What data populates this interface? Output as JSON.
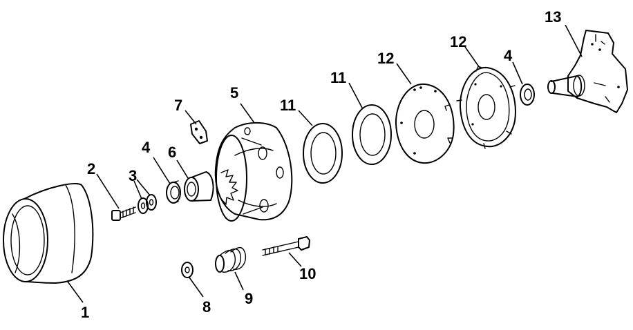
{
  "callouts": [
    {
      "id": "drum",
      "label": "1"
    },
    {
      "id": "bolt",
      "label": "2"
    },
    {
      "id": "washers",
      "label": "3"
    },
    {
      "id": "spacer-left",
      "label": "4"
    },
    {
      "id": "hub",
      "label": "5"
    },
    {
      "id": "bushing",
      "label": "6"
    },
    {
      "id": "bracket",
      "label": "7"
    },
    {
      "id": "small-washer",
      "label": "8"
    },
    {
      "id": "spring",
      "label": "9"
    },
    {
      "id": "long-bolt",
      "label": "10"
    },
    {
      "id": "disc-left",
      "label": "11"
    },
    {
      "id": "disc-right",
      "label": "11"
    },
    {
      "id": "plate-left",
      "label": "12"
    },
    {
      "id": "plate-right",
      "label": "12"
    },
    {
      "id": "spacer-right",
      "label": "4"
    },
    {
      "id": "spindle",
      "label": "13"
    }
  ],
  "colors": {
    "line": "#000000",
    "background": "#ffffff"
  }
}
